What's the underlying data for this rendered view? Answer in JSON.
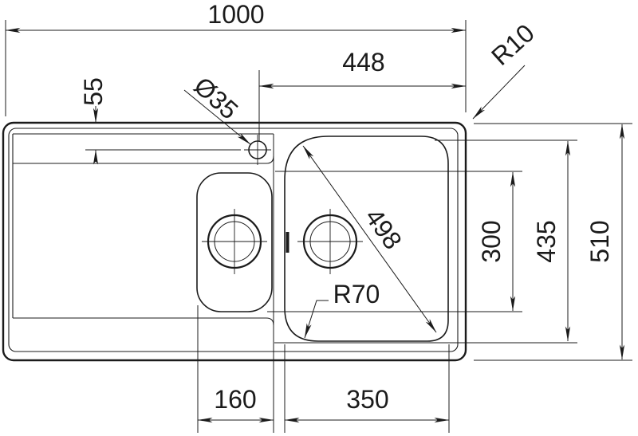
{
  "drawing": {
    "title": "sink-dimension-drawing",
    "line_color": "#1b1b1b",
    "background": "#ffffff",
    "dims": {
      "overall_width": "1000",
      "tap_center_to_right_edge": "448",
      "tap_center_from_top_edge": "55",
      "tap_hole_diameter": "Ø35",
      "rim_corner_radius": "R10",
      "main_bowl_diagonal": "498",
      "main_bowl_corner_radius": "R70",
      "small_bowl_length": "300",
      "main_bowl_length": "435",
      "overall_depth": "510",
      "small_bowl_width": "160",
      "main_bowl_width": "350"
    }
  }
}
